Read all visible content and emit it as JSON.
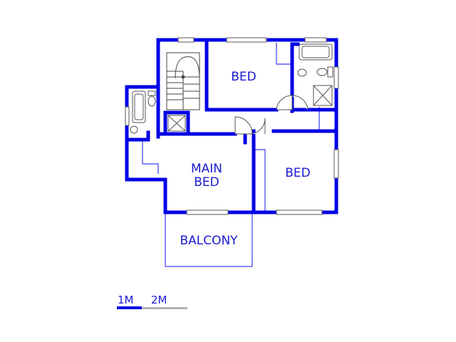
{
  "floor_plan": {
    "rooms": [
      {
        "key": "bed_top",
        "label": "BED"
      },
      {
        "key": "main_bed",
        "label_lines": [
          "MAIN",
          "BED"
        ]
      },
      {
        "key": "bed_right",
        "label": "BED"
      },
      {
        "key": "balcony",
        "label": "BALCONY"
      }
    ],
    "scale_bar": {
      "labels": [
        "1M",
        "2M"
      ]
    },
    "colors": {
      "wall": "#0000e6",
      "thin_line": "#3a3af0",
      "text": "#1a1ad0",
      "fixture": "#555555",
      "scale_grey": "#b0b0b0"
    }
  }
}
